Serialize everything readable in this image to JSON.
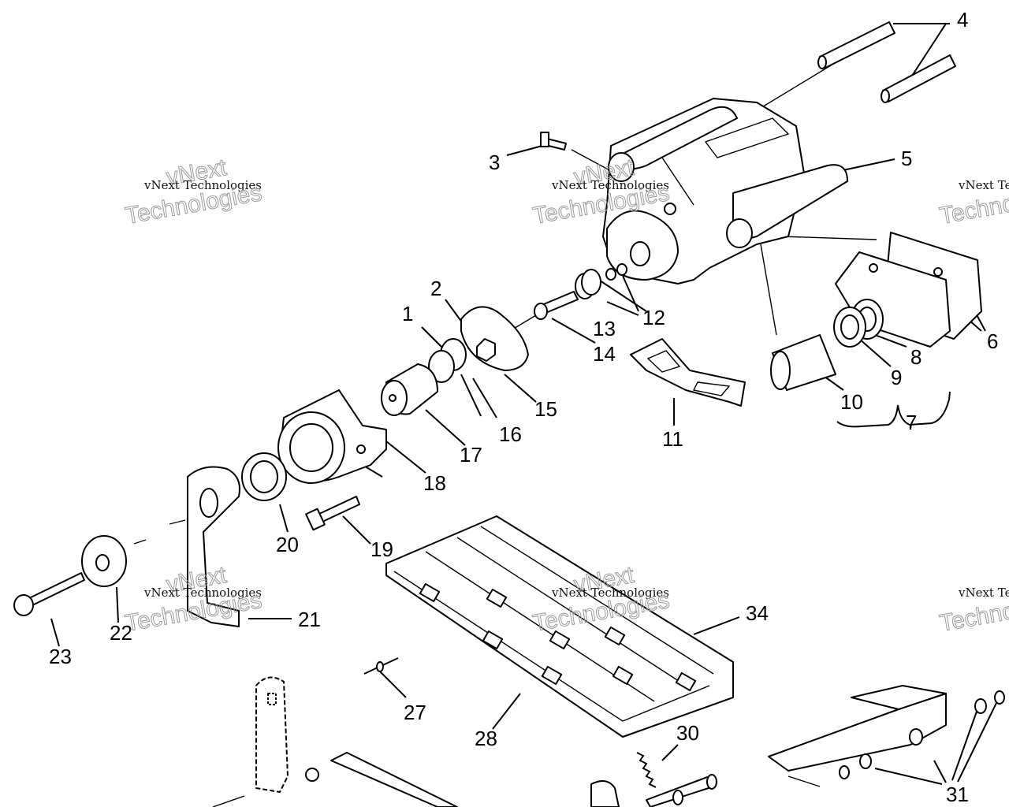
{
  "watermark": {
    "line1": "vNext Technologies",
    "line2": "Technologies",
    "overlay": "vNext"
  },
  "callouts": [
    "1",
    "2",
    "3",
    "4",
    "5",
    "6",
    "7",
    "8",
    "9",
    "10",
    "11",
    "12",
    "13",
    "14",
    "15",
    "16",
    "17",
    "18",
    "19",
    "20",
    "21",
    "22",
    "23",
    "27",
    "28",
    "30",
    "31",
    "34"
  ]
}
